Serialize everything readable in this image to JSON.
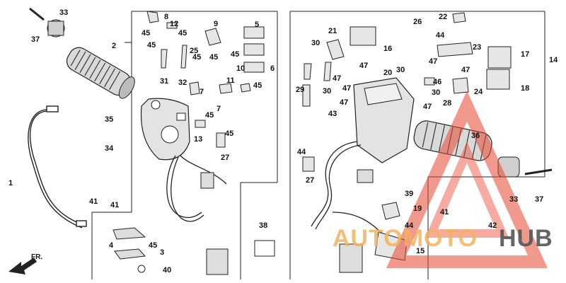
{
  "diagram": {
    "front_label": "FR.",
    "watermark": {
      "part1": "AUTOMOTO",
      "part2": "HUB",
      "accent_color": "#e8452f",
      "text_color": "#555555",
      "orange_color": "#f3b35c"
    },
    "callouts": [
      "1",
      "2",
      "3",
      "4",
      "5",
      "6",
      "7",
      "7",
      "8",
      "9",
      "10",
      "11",
      "12",
      "13",
      "14",
      "15",
      "16",
      "17",
      "18",
      "19",
      "20",
      "21",
      "22",
      "23",
      "24",
      "25",
      "26",
      "27",
      "27",
      "28",
      "29",
      "30",
      "30",
      "30",
      "30",
      "31",
      "32",
      "33",
      "33",
      "34",
      "35",
      "36",
      "37",
      "37",
      "38",
      "39",
      "40",
      "41",
      "41",
      "41",
      "42",
      "43",
      "44",
      "44",
      "44",
      "45",
      "45",
      "45",
      "45",
      "45",
      "45",
      "45",
      "45",
      "45",
      "45",
      "46",
      "47",
      "47",
      "47",
      "47",
      "47",
      "47",
      "47"
    ]
  }
}
